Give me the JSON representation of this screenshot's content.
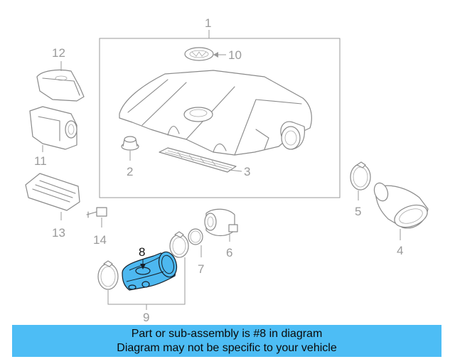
{
  "callouts": {
    "c1": "1",
    "c2": "2",
    "c3": "3",
    "c4": "4",
    "c5": "5",
    "c6": "6",
    "c7": "7",
    "c8": "8",
    "c9": "9",
    "c10": "10",
    "c11": "11",
    "c12": "12",
    "c13": "13",
    "c14": "14"
  },
  "highlighted_part": "8",
  "banner": {
    "line1": "Part or sub-assembly is #8 in diagram",
    "line2": "Diagram may not be specific to your vehicle"
  },
  "colors": {
    "highlight_part": "#4db8f0",
    "banner_background": "#4dbdf5",
    "line_art": "#8a8a8a"
  }
}
